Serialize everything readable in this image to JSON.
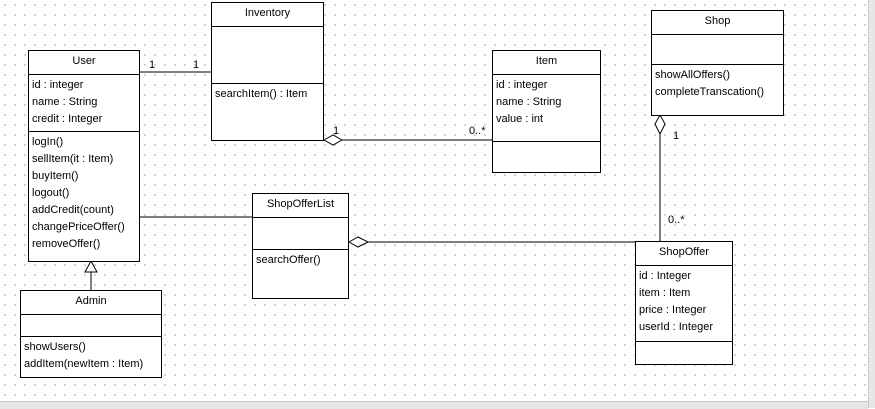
{
  "classes": {
    "inventory": {
      "name": "Inventory",
      "attributes": [],
      "operations": [
        "searchItem() : Item"
      ]
    },
    "user": {
      "name": "User",
      "attributes": [
        "id : integer",
        "name : String",
        "credit : Integer"
      ],
      "operations": [
        "logIn()",
        "sellItem(it : Item)",
        "buyItem()",
        "logout()",
        "addCredit(count)",
        "changePriceOffer()",
        "removeOffer()"
      ]
    },
    "item": {
      "name": "Item",
      "attributes": [
        "id : integer",
        "name : String",
        "value : int"
      ],
      "operations": []
    },
    "shop": {
      "name": "Shop",
      "attributes": [],
      "operations": [
        "showAllOffers()",
        "completeTranscation()"
      ]
    },
    "shopofferlist": {
      "name": "ShopOfferList",
      "attributes": [],
      "operations": [
        "searchOffer()"
      ]
    },
    "shopoffer": {
      "name": "ShopOffer",
      "attributes": [
        "id : Integer",
        "item : Item",
        "price : Integer",
        "userId : Integer"
      ],
      "operations": []
    },
    "admin": {
      "name": "Admin",
      "attributes": [],
      "operations": [
        "showUsers()",
        "addItem(newItem : Item)"
      ]
    }
  },
  "multiplicities": {
    "user_inventory_left": "1",
    "user_inventory_right": "1",
    "inventory_item_left": "1",
    "inventory_item_right": "0..*",
    "shop_offer_top": "1",
    "shop_offer_bottom": "0..*"
  }
}
